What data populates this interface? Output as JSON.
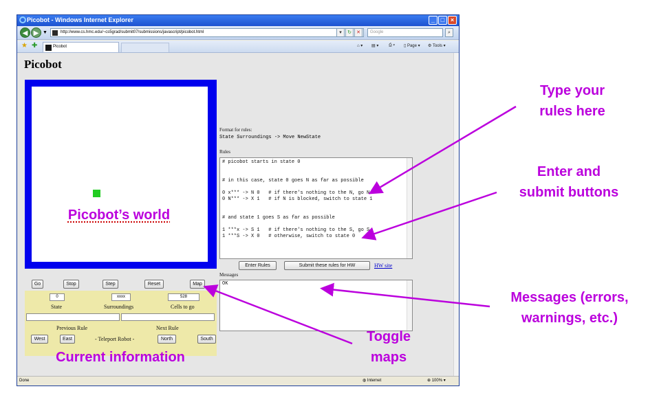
{
  "browser": {
    "window_title": "Picobot - Windows Internet Explorer",
    "url": "http://www.cs.hmc.edu/~cs5grad/submit07/submissions/javascript/picobot.html",
    "search_placeholder": "Google",
    "tab_title": "Picobot",
    "cmd_page": "Page",
    "cmd_tools": "Tools",
    "status_left": "Done",
    "status_zone": "Internet",
    "status_zoom": "100%"
  },
  "page": {
    "title": "Picobot",
    "format_label": "Format for rules:",
    "format_text": "State Surroundings -> Move NewState",
    "rules_label": "Rules",
    "rules": [
      "# picobot starts in state 0",
      "",
      "",
      "# in this case, state 0 goes N as far as possible",
      "",
      "0 x*** -> N 0   # if there's nothing to the N, go N",
      "0 N*** -> X 1   # if N is blocked, switch to state 1",
      "",
      "",
      "# and state 1 goes S as far as possible",
      "",
      "1 ***x -> S 1   # if there's nothing to the S, go S",
      "1 ***S -> X 0   # otherwise, switch to state 0"
    ],
    "enter_rules_label": "Enter Rules",
    "submit_rules_label": "Submit these rules for HW",
    "hw_site_label": "HW site",
    "messages_label": "Messages",
    "messages_text": "OK"
  },
  "controls": {
    "go": "Go",
    "stop": "Stop",
    "step": "Step",
    "reset": "Reset",
    "map": "Map",
    "state_value": "0",
    "surroundings_value": "xxxx",
    "cells_value": "528",
    "state_label": "State",
    "surroundings_label": "Surroundings",
    "cells_label": "Cells to go",
    "previous_rule_label": "Previous Rule",
    "next_rule_label": "Next Rule",
    "west": "West",
    "east": "East",
    "teleport_label": "- Teleport Robot -",
    "north": "North",
    "south": "South"
  },
  "annotations": {
    "world": "Picobot’s world",
    "current_info": "Current information",
    "rules_here": [
      "Type your",
      "rules here"
    ],
    "enter_submit": [
      "Enter and",
      "submit buttons"
    ],
    "messages": [
      "Messages (errors,",
      "warnings, etc.)"
    ],
    "toggle_maps": [
      "Toggle",
      "maps"
    ]
  },
  "colors": {
    "annotation": "#bb00dd",
    "world_border": "#0000ee",
    "robot": "#22cc22",
    "info_panel": "#eee9a9"
  }
}
